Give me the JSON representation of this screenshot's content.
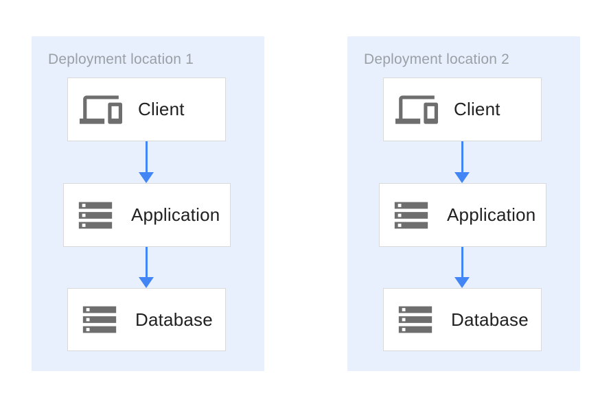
{
  "diagram": {
    "locations": [
      {
        "title": "Deployment location 1",
        "nodes": [
          {
            "label": "Client",
            "icon": "devices-icon"
          },
          {
            "label": "Application",
            "icon": "storage-icon"
          },
          {
            "label": "Database",
            "icon": "storage-icon"
          }
        ]
      },
      {
        "title": "Deployment location 2",
        "nodes": [
          {
            "label": "Client",
            "icon": "devices-icon"
          },
          {
            "label": "Application",
            "icon": "storage-icon"
          },
          {
            "label": "Database",
            "icon": "storage-icon"
          }
        ]
      }
    ],
    "connections": [
      {
        "from": "Client",
        "to": "Application"
      },
      {
        "from": "Application",
        "to": "Database"
      }
    ],
    "colors": {
      "panel_bg": "#e7f0fc",
      "box_border": "#d9d9d9",
      "icon_gray": "#6e6e6e",
      "title_gray": "#9aa0a6",
      "label_dark": "#212121",
      "arrow_blue": "#4285f4",
      "page_bg": "#ffffff"
    }
  }
}
